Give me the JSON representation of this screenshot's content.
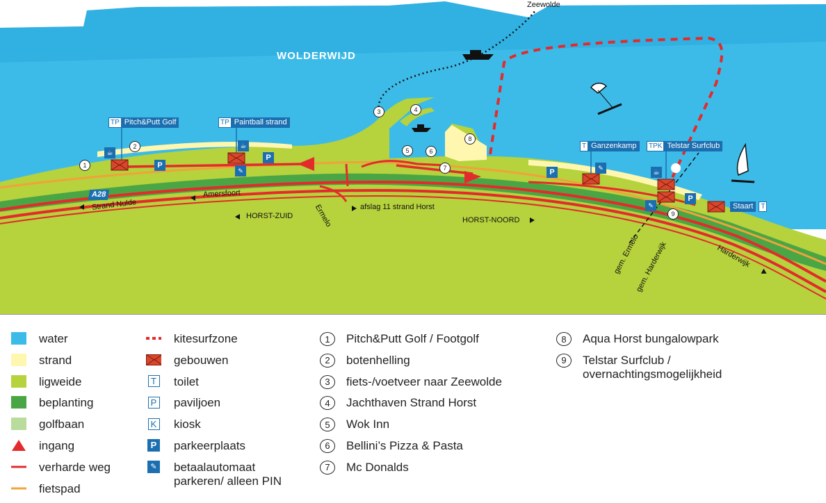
{
  "map": {
    "lake_name": "WOLDERWIJD",
    "destination_top": "Zeewolde",
    "road_shield": "A28",
    "labels": {
      "strand_nulde": "Strand Nulde",
      "amersfoort": "Amersfoort",
      "horst_zuid": "HORST-ZUID",
      "ermelo": "Ermelo",
      "afslag": "afslag 11 strand Horst",
      "horst_noord": "HORST-NOORD",
      "gem_ermelo": "gem. Ermelo",
      "gem_harderwijk": "gem. Harderwijk",
      "harderwijk": "Harderwijk"
    },
    "poi": [
      {
        "code": "TP",
        "name": "Pitch&Putt Golf"
      },
      {
        "code": "TP",
        "name": "Paintball strand"
      },
      {
        "code": "T",
        "name": "Ganzenkamp"
      },
      {
        "code": "TPK",
        "name": "Telstar Surfclub"
      }
    ],
    "staart": {
      "name": "Staart",
      "code": "T"
    },
    "numbers": [
      "1",
      "2",
      "3",
      "4",
      "5",
      "6",
      "7",
      "8",
      "9"
    ],
    "parking_letter": "P",
    "colors": {
      "water": "#3dbbe8",
      "water_deep": "#1e9fd6",
      "strand": "#fff6b0",
      "ligweide": "#b6d23d",
      "beplanting": "#4aa644",
      "golfbaan": "#b9dc9c",
      "road": "#e32b2b",
      "bike": "#f0a33a",
      "kite": "#e32b2b",
      "building": "#d9472b",
      "brand_blue": "#1b6fb0"
    }
  },
  "legend": {
    "col1": [
      {
        "key": "water",
        "label": "water",
        "icon": "water-swatch"
      },
      {
        "key": "strand",
        "label": "strand",
        "icon": "strand-swatch"
      },
      {
        "key": "ligweide",
        "label": "ligweide",
        "icon": "ligweide-swatch"
      },
      {
        "key": "beplanting",
        "label": "beplanting",
        "icon": "beplanting-swatch"
      },
      {
        "key": "golfbaan",
        "label": "golfbaan",
        "icon": "golfbaan-swatch"
      },
      {
        "key": "ingang",
        "label": "ingang",
        "icon": "entrance-triangle-icon"
      },
      {
        "key": "verharde",
        "label": "verharde weg",
        "icon": "road-line-icon"
      },
      {
        "key": "fietspad",
        "label": "fietspad",
        "icon": "bike-path-line-icon"
      }
    ],
    "col2": [
      {
        "key": "kite",
        "label": "kitesurfzone",
        "icon": "kitesurf-dash-icon"
      },
      {
        "key": "gebouwen",
        "label": "gebouwen",
        "icon": "building-icon"
      },
      {
        "key": "toilet",
        "label": "toilet",
        "icon": "toilet-icon",
        "letter": "T"
      },
      {
        "key": "paviljoen",
        "label": "paviljoen",
        "icon": "pavilion-icon",
        "letter": "P"
      },
      {
        "key": "kiosk",
        "label": "kiosk",
        "icon": "kiosk-icon",
        "letter": "K"
      },
      {
        "key": "parkeerplaats",
        "label": "parkeerplaats",
        "icon": "parking-icon",
        "letter": "P"
      },
      {
        "key": "betaal",
        "label": "betaalautomaat parkeren/ alleen PIN",
        "label_line1": "betaalautomaat",
        "label_line2": "parkeren/ alleen PIN",
        "icon": "payment-machine-icon"
      }
    ],
    "col3": [
      {
        "n": "1",
        "label": "Pitch&Putt Golf / Footgolf"
      },
      {
        "n": "2",
        "label": "botenhelling"
      },
      {
        "n": "3",
        "label": "fiets-/voetveer naar Zeewolde"
      },
      {
        "n": "4",
        "label": "Jachthaven Strand Horst"
      },
      {
        "n": "5",
        "label": "Wok Inn"
      },
      {
        "n": "6",
        "label": "Bellini’s Pizza & Pasta"
      },
      {
        "n": "7",
        "label": "Mc Donalds"
      }
    ],
    "col4": [
      {
        "n": "8",
        "label": "Aqua Horst bungalowpark"
      },
      {
        "n": "9",
        "label": "Telstar Surfclub / overnachtingsmogelijkheid",
        "label_line1": "Telstar Surfclub /",
        "label_line2": "overnachtingsmogelijkheid"
      }
    ]
  }
}
